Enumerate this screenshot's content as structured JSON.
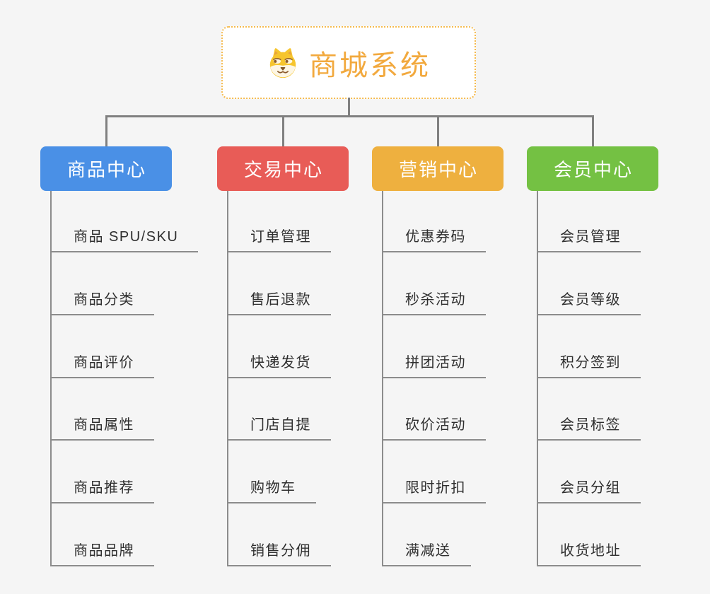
{
  "root": {
    "title": "商城系统",
    "icon": "doge-icon"
  },
  "colors": {
    "background": "#f5f5f5",
    "connector": "#808080",
    "child_line": "#8c8c8c",
    "child_text": "#2f2f2f",
    "root_border": "#f5bb4f",
    "root_text": "#f2a93e",
    "branch_text": "#ffffff"
  },
  "branches": [
    {
      "label": "商品中心",
      "color": "#4a90e6",
      "items": [
        "商品 SPU/SKU",
        "商品分类",
        "商品评价",
        "商品属性",
        "商品推荐",
        "商品品牌"
      ]
    },
    {
      "label": "交易中心",
      "color": "#e85c57",
      "items": [
        "订单管理",
        "售后退款",
        "快递发货",
        "门店自提",
        "购物车",
        "销售分佣"
      ]
    },
    {
      "label": "营销中心",
      "color": "#eeb03f",
      "items": [
        "优惠券码",
        "秒杀活动",
        "拼团活动",
        "砍价活动",
        "限时折扣",
        "满减送"
      ]
    },
    {
      "label": "会员中心",
      "color": "#74c143",
      "items": [
        "会员管理",
        "会员等级",
        "积分签到",
        "会员标签",
        "会员分组",
        "收货地址"
      ]
    }
  ]
}
